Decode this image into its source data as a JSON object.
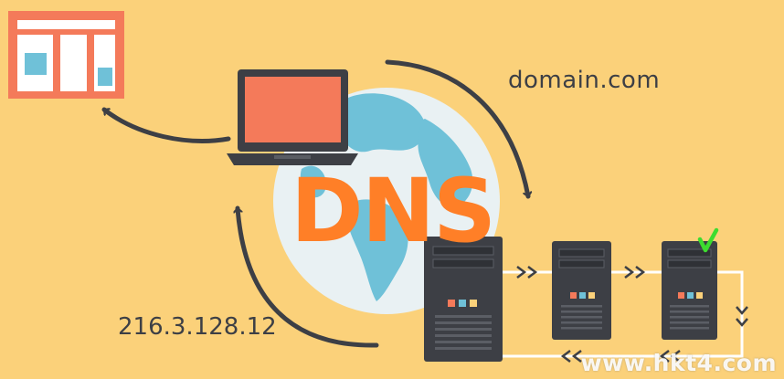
{
  "labels": {
    "domain": "domain.com",
    "ip_address": "216.3.128.12",
    "dns": "DNS",
    "watermark": "www.hkt4.com"
  },
  "icons": {
    "browser_window": "browser-window-icon",
    "laptop": "laptop-icon",
    "globe": "globe-icon",
    "servers": [
      "server-tower-icon",
      "server-tower-icon",
      "server-tower-icon"
    ],
    "check": "check-icon"
  },
  "colors": {
    "background": "#fbd17a",
    "accent_orange": "#ff7f27",
    "dark": "#3d3f45",
    "globe_water": "#e9f1f3",
    "globe_land": "#6fc1d8",
    "check": "#3ddc2f"
  }
}
